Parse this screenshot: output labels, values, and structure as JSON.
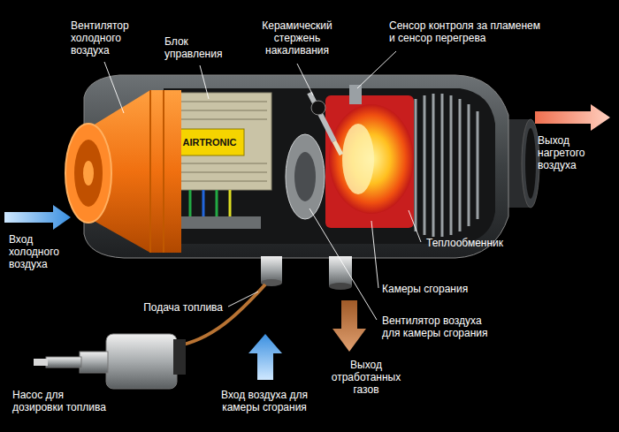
{
  "diagram": {
    "labels": [
      "Вентилятор холодного воздуха",
      "Блок управления",
      "Керамический стержень накаливания",
      "Сенсор контроля за пламенем и сенсор перегрева",
      "AIRTRONIC",
      "Выход нагретого воздуха",
      "Вход холодного воздуха",
      "Теплообменник",
      "Камеры сгорания",
      "Подача топлива",
      "Вентилятор воздуха для камеры сгорания",
      "Выход отработанных газов",
      "Насос для дозировки топлива",
      "Вход воздуха для камеры сгорания"
    ]
  }
}
